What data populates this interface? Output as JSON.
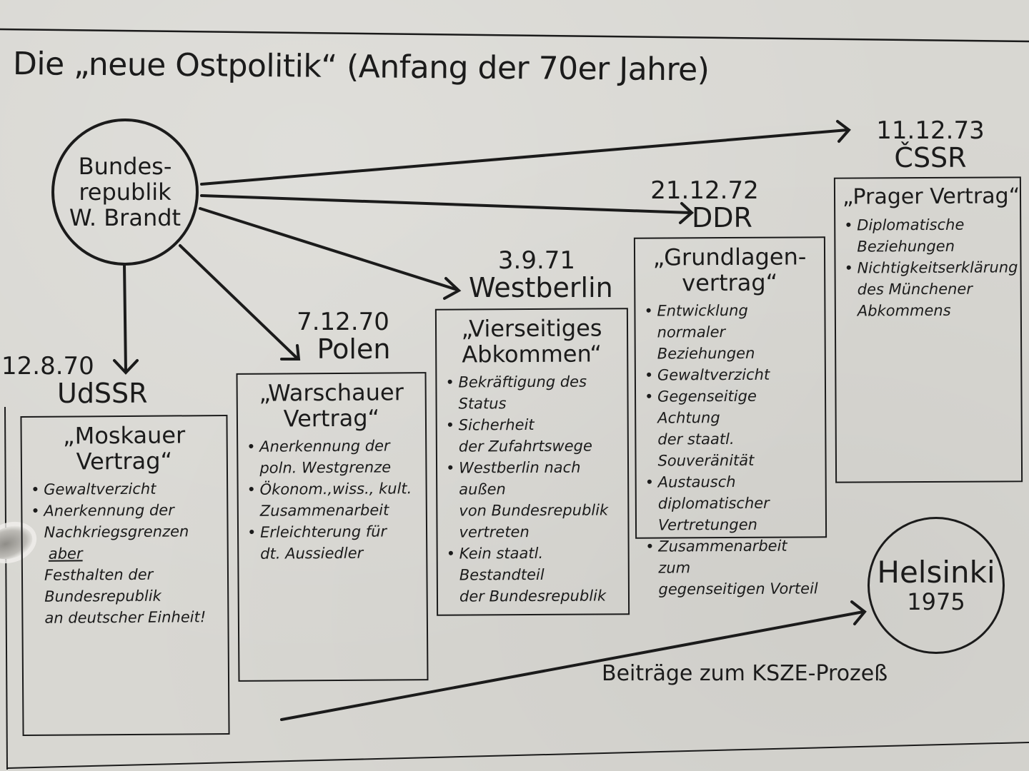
{
  "title": "Die „neue Ostpolitik“ (Anfang der 70er Jahre)",
  "center_node": {
    "lines": [
      "Bundes-",
      "republik",
      "W. Brandt"
    ]
  },
  "destinations": [
    {
      "date": "12.8.70",
      "country": "UdSSR",
      "treaty": "„Moskauer Vertrag“",
      "treaty_lines": [
        "„Moskauer",
        "Vertrag“"
      ],
      "points": [
        {
          "type": "bullet",
          "text": "Gewaltverzicht"
        },
        {
          "type": "bullet",
          "text": "Anerkennung der\nNachkriegsgrenzen"
        },
        {
          "type": "underline",
          "text": "aber"
        },
        {
          "type": "plain",
          "text": "Festhalten der\nBundesrepublik\nan deutscher Einheit!"
        }
      ]
    },
    {
      "date": "7.12.70",
      "country": "Polen",
      "treaty": "„Warschauer Vertrag“",
      "treaty_lines": [
        "„Warschauer",
        "Vertrag“"
      ],
      "points": [
        {
          "type": "bullet",
          "text": "Anerkennung der\npoln. Westgrenze"
        },
        {
          "type": "bullet",
          "text": "Ökonom.,wiss., kult.\nZusammenarbeit"
        },
        {
          "type": "bullet",
          "text": "Erleichterung für\ndt. Aussiedler"
        }
      ]
    },
    {
      "date": "3.9.71",
      "country": "Westberlin",
      "treaty": "„Vierseitiges Abkommen“",
      "treaty_lines": [
        "„Vierseitiges",
        "Abkommen“"
      ],
      "points": [
        {
          "type": "bullet",
          "text": "Bekräftigung des Status"
        },
        {
          "type": "bullet",
          "text": "Sicherheit\nder Zufahrtswege"
        },
        {
          "type": "bullet",
          "text": "Westberlin nach außen\nvon Bundesrepublik\nvertreten"
        },
        {
          "type": "bullet",
          "text": "Kein staatl. Bestandteil\nder Bundesrepublik"
        }
      ]
    },
    {
      "date": "21.12.72",
      "country": "DDR",
      "treaty": "„Grundlagenvertrag“",
      "treaty_lines": [
        "„Grundlagen-",
        "vertrag“"
      ],
      "points": [
        {
          "type": "bullet",
          "text": "Entwicklung normaler\nBeziehungen"
        },
        {
          "type": "bullet",
          "text": "Gewaltverzicht"
        },
        {
          "type": "bullet",
          "text": "Gegenseitige Achtung\nder staatl. Souveränität"
        },
        {
          "type": "bullet",
          "text": "Austausch\ndiplomatischer\nVertretungen"
        },
        {
          "type": "bullet",
          "text": "Zusammenarbeit zum\ngegenseitigen Vorteil"
        }
      ]
    },
    {
      "date": "11.12.73",
      "country": "ČSSR",
      "treaty": "„Prager Vertrag“",
      "treaty_lines": [
        "„Prager Vertrag“"
      ],
      "points": [
        {
          "type": "bullet",
          "text": "Diplomatische\nBeziehungen"
        },
        {
          "type": "bullet",
          "text": "Nichtigkeitserklärung\ndes Münchener\nAbkommens"
        }
      ]
    }
  ],
  "helsinki": {
    "name": "Helsinki",
    "year": "1975"
  },
  "ksze_label": "Beiträge zum KSZE-Prozeß",
  "colors": {
    "paper": "#d8d7d2",
    "ink": "#1b1b1b"
  }
}
